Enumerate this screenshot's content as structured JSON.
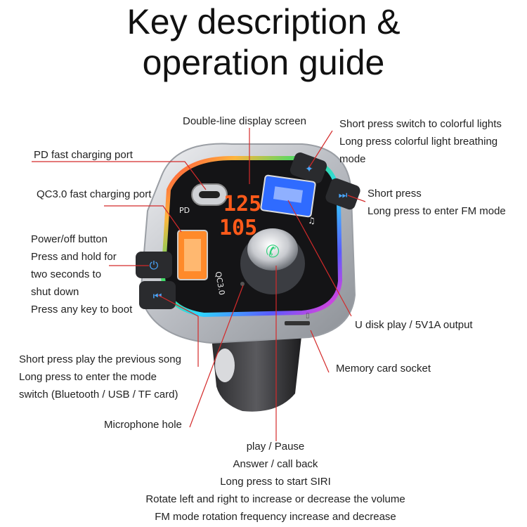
{
  "title": {
    "line1": "Key description &",
    "line2": "operation guide"
  },
  "labels": {
    "display_screen": "Double-line display screen",
    "pd_port": "PD fast charging port",
    "qc_port": "QC3.0 fast charging port",
    "colorful_lights": [
      "Short press switch to colorful lights",
      "Long press colorful light breathing",
      "mode"
    ],
    "fm_button": [
      "Short press",
      "Long press to enter FM mode"
    ],
    "power_button": [
      "Power/off button",
      "Press and hold for",
      "two seconds to",
      "shut down",
      "Press any key to boot"
    ],
    "usb_output": "U disk play / 5V1A output",
    "memory_card": "Memory card socket",
    "prev_button": [
      "Short press play the previous song",
      "Long press to enter the mode",
      "switch (Bluetooth / USB / TF card)"
    ],
    "microphone": "Microphone hole",
    "knob": [
      "play / Pause",
      "Answer / call back",
      "Long press to start SIRI",
      "Rotate left and right to increase or decrease the volume",
      "FM mode rotation frequency increase and decrease"
    ]
  },
  "device_text": {
    "pd": "PD",
    "qc": "QC3.0",
    "display_top": "125",
    "display_bottom": "105"
  },
  "colors": {
    "leader_line": "#d42a2a",
    "body_silver": "#c9cbd0",
    "face_black": "#141416",
    "display_orange": "#ff5a1a",
    "knob_green": "#2fd07a",
    "usb_blue": "#2f6bff",
    "qc_orange": "#ff8a2a"
  }
}
